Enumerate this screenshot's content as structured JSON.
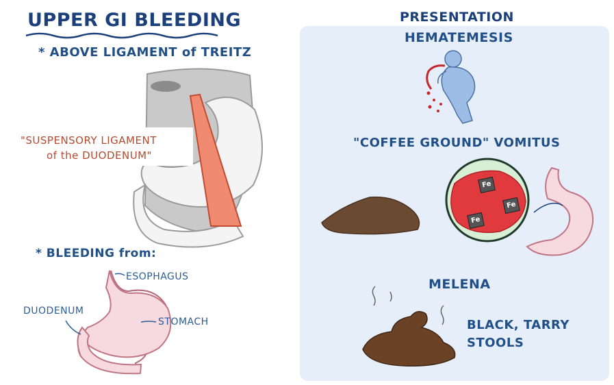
{
  "left": {
    "title": "UPPER GI BLEEDING",
    "above_ligament": "* ABOVE LIGAMENT of TREITZ",
    "ligament_line1": "\"SUSPENSORY LIGAMENT",
    "ligament_line2": "of the DUODENUM\"",
    "bleeding_from": "* BLEEDING from:",
    "labels": {
      "esophagus": "ESOPHAGUS",
      "duodenum": "DUODENUM",
      "stomach": "STOMACH"
    }
  },
  "right": {
    "presentation": "PRESENTATION",
    "hematemesis": "HEMATEMESIS",
    "coffee_ground": "\"COFFEE GROUND\" VOMITUS",
    "fe_label": "Fe",
    "melena": "MELENA",
    "stools_line1": "BLACK, TARRY",
    "stools_line2": "STOOLS"
  },
  "colors": {
    "title_blue": "#1a3f7a",
    "text_blue": "#1f4f86",
    "ligament_red": "#b34a2f",
    "panel_bg": "#e6eef9",
    "stomach_pink": "#f7d9e0",
    "blood_red": "#e0393e",
    "stool_brown": "#6b4226"
  }
}
